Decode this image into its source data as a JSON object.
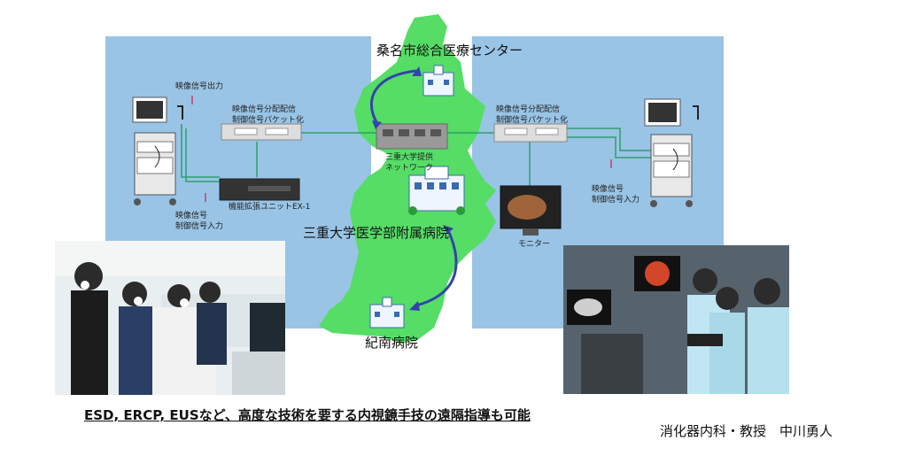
{
  "colors": {
    "panel": "#99c4e6",
    "land": "#55dd66",
    "arrow": "#3344aa",
    "cable": "#2e9e6a",
    "signal": "#cc2255"
  },
  "left": {
    "video_out": "映像信号出力",
    "distributor": "映像信号分配配信\n制御信号パケット化",
    "unit": "機能拡張ユニットEX-1",
    "input": "映像信号\n制御信号入力"
  },
  "right": {
    "distributor": "映像信号分配配信\n制御信号パケット化",
    "input": "映像信号\n制御信号入力",
    "monitor": "モニター"
  },
  "center": {
    "network": "三重大学提供\nネットワーク"
  },
  "places": {
    "kuwana": "桑名市総合医療センター",
    "mie_univ": "三重大学医学部附属病院",
    "kinan": "紀南病院"
  },
  "caption": "ESD, ERCP, EUSなど、高度な技術を要する内視鏡手技の遠隔指導も可能",
  "credit": "消化器内科・教授　中川勇人",
  "icons": [
    "endoscopy-tower-icon",
    "network-switch-icon",
    "hospital-icon",
    "monitor-icon"
  ]
}
